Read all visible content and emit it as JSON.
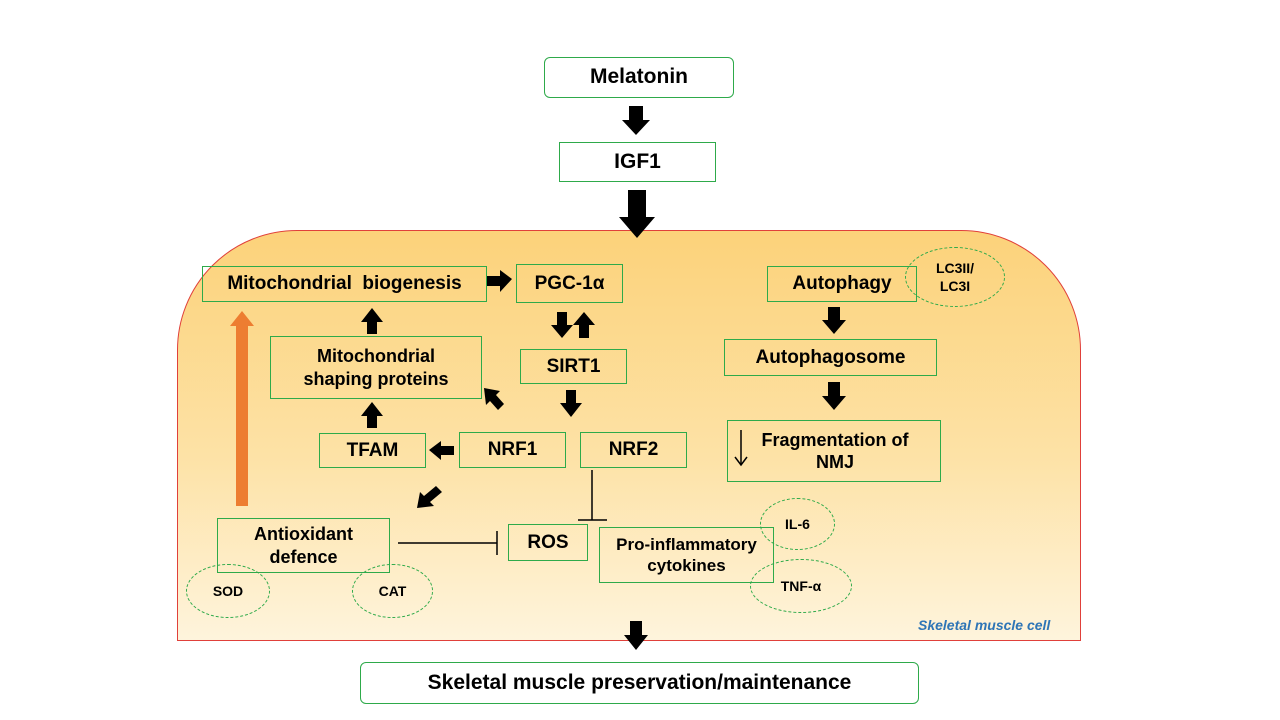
{
  "top": {
    "melatonin": "Melatonin",
    "igf1": "IGF1"
  },
  "cell": {
    "label": "Skeletal muscle cell",
    "nodes": {
      "mito_biogenesis": "Mitochondrial  biogenesis",
      "pgc1a": "PGC-1α",
      "sirt1": "SIRT1",
      "mito_shaping": "Mitochondrial shaping proteins",
      "tfam": "TFAM",
      "nrf1": "NRF1",
      "nrf2": "NRF2",
      "antioxidant": "Antioxidant defence",
      "ros": "ROS",
      "proinflammatory": "Pro-inflammatory cytokines",
      "autophagy": "Autophagy",
      "autophagosome": "Autophagosome",
      "fragmentation": "Fragmentation of NMJ"
    },
    "markers": {
      "lc3": "LC3II/ LC3I",
      "il6": "IL-6",
      "tnfa": "TNF-α",
      "sod": "SOD",
      "cat": "CAT"
    }
  },
  "bottom": {
    "outcome": "Skeletal muscle preservation/maintenance"
  },
  "colors": {
    "box_border": "#2eaa4a",
    "cell_border": "#e0403a",
    "cell_fill_top": "#fcd27a",
    "orange_arrow": "#ed7d31",
    "cell_label": "#2e75b6"
  }
}
